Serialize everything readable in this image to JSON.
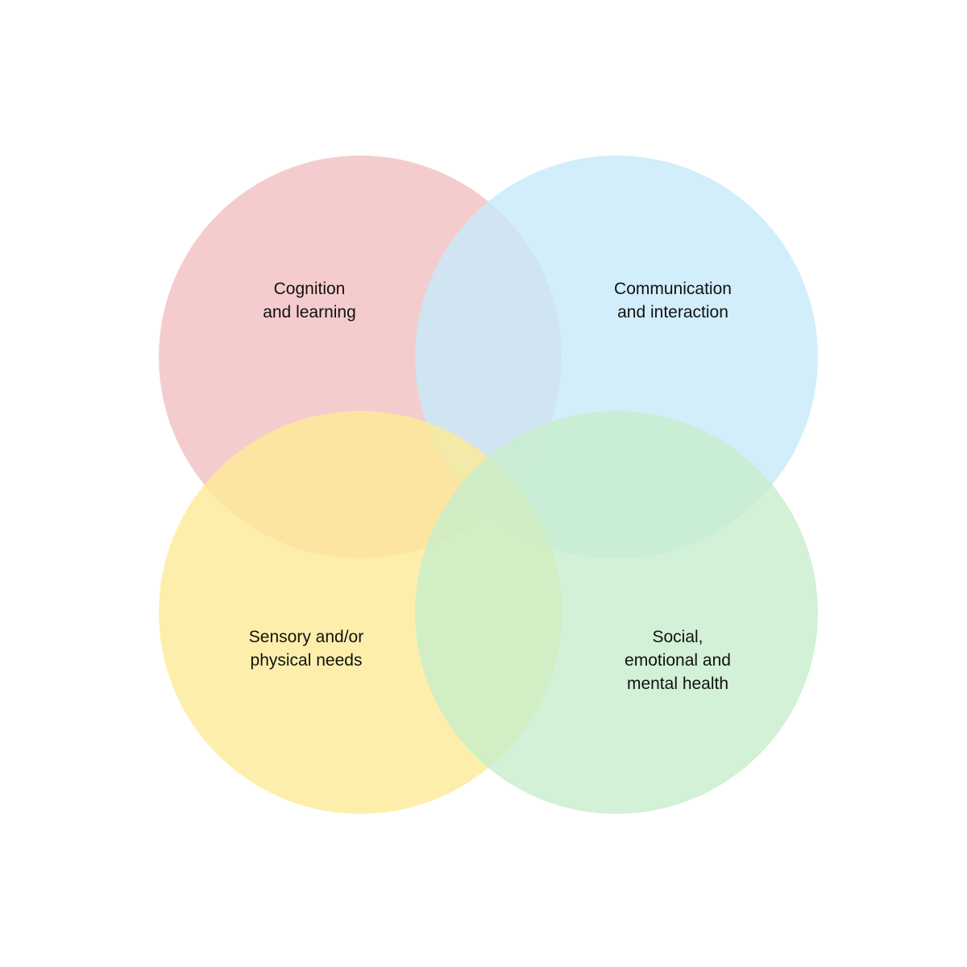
{
  "diagram": {
    "type": "venn",
    "sets": [
      {
        "id": "cognition",
        "lines": [
          "Cognition",
          "and learning"
        ],
        "color": "#f2bfc0"
      },
      {
        "id": "communication",
        "lines": [
          "Communication",
          "and interaction"
        ],
        "color": "#c7eafa"
      },
      {
        "id": "sensory",
        "lines": [
          "Sensory and/or",
          "physical needs"
        ],
        "color": "#fceb96"
      },
      {
        "id": "social",
        "lines": [
          "Social,",
          "emotional and",
          "mental health"
        ],
        "color": "#c7edcc"
      }
    ]
  }
}
